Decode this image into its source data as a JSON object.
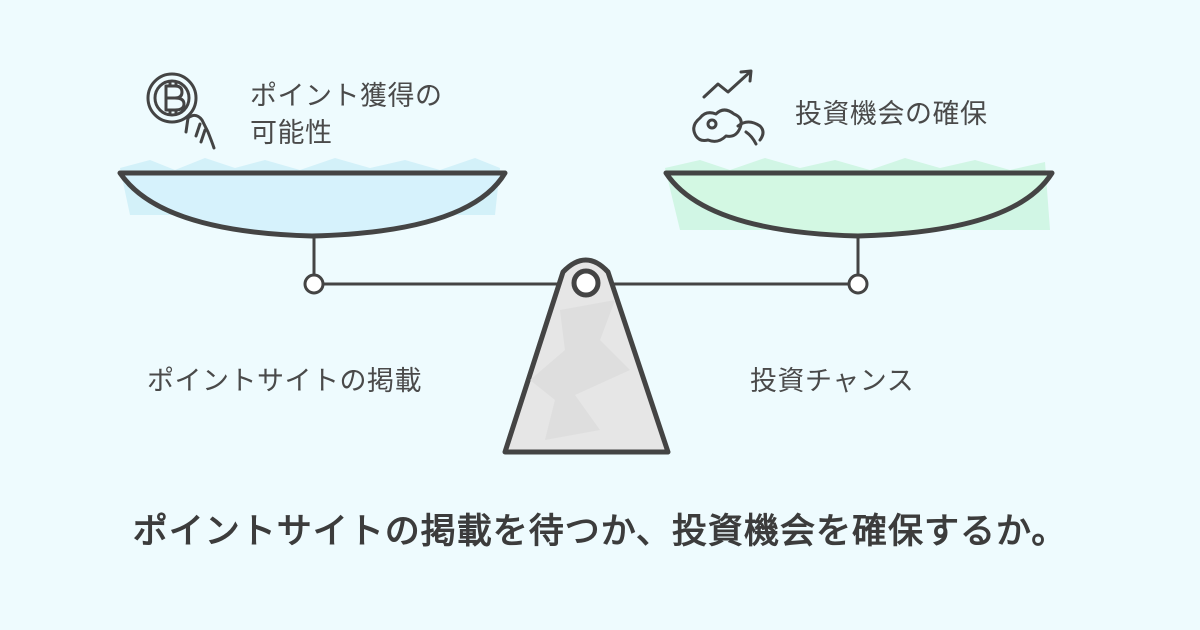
{
  "left": {
    "heading_line1": "ポイント獲得の",
    "heading_line2": "可能性",
    "sub_label": "ポイントサイトの掲載",
    "icon": "bitcoin-hand-icon",
    "pan_fill": "#d6f2fc"
  },
  "right": {
    "heading": "投資機会の確保",
    "sub_label": "投資チャンス",
    "icon": "growth-arrow-icon",
    "pan_fill": "#d3f8e3"
  },
  "title": "ポイントサイトの掲載を待つか、投資機会を確保するか。",
  "colors": {
    "background": "#eefbfe",
    "outline": "#444444",
    "fulcrum": "#e6e6e6"
  }
}
